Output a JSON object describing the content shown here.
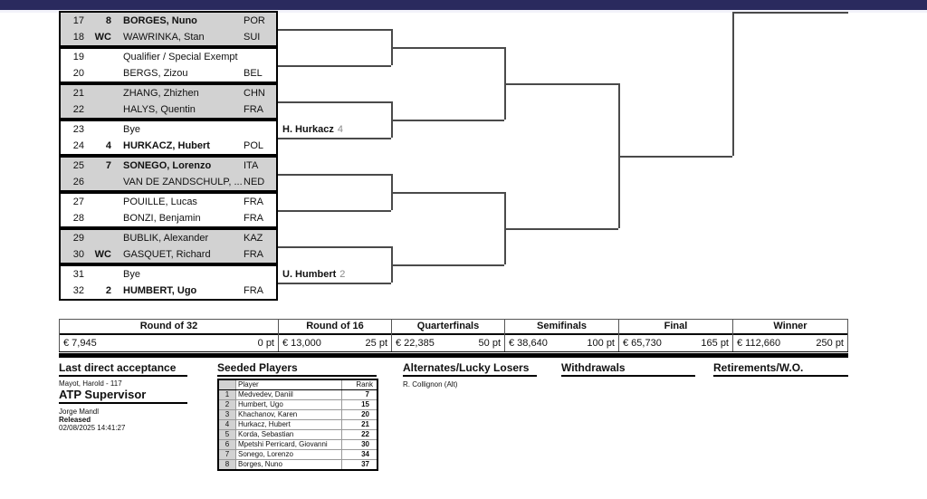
{
  "colors": {
    "header_bar": "#2a2a5e",
    "shaded_row": "#d2d2d2",
    "bracket_line": "#4a4a4a"
  },
  "bracket": {
    "rows": [
      {
        "pos": "17",
        "seed": "8",
        "name": "BORGES, Nuno",
        "country": "POR"
      },
      {
        "pos": "18",
        "seed": "WC",
        "name": "WAWRINKA, Stan",
        "country": "SUI"
      },
      {
        "pos": "19",
        "seed": "",
        "name": "Qualifier / Special Exempt",
        "country": ""
      },
      {
        "pos": "20",
        "seed": "",
        "name": "BERGS, Zizou",
        "country": "BEL"
      },
      {
        "pos": "21",
        "seed": "",
        "name": "ZHANG, Zhizhen",
        "country": "CHN"
      },
      {
        "pos": "22",
        "seed": "",
        "name": "HALYS, Quentin",
        "country": "FRA"
      },
      {
        "pos": "23",
        "seed": "",
        "name": "Bye",
        "country": ""
      },
      {
        "pos": "24",
        "seed": "4",
        "name": "HURKACZ, Hubert",
        "country": "POL"
      },
      {
        "pos": "25",
        "seed": "7",
        "name": "SONEGO, Lorenzo",
        "country": "ITA"
      },
      {
        "pos": "26",
        "seed": "",
        "name": "VAN DE ZANDSCHULP, ...",
        "country": "NED"
      },
      {
        "pos": "27",
        "seed": "",
        "name": "POUILLE, Lucas",
        "country": "FRA"
      },
      {
        "pos": "28",
        "seed": "",
        "name": "BONZI, Benjamin",
        "country": "FRA"
      },
      {
        "pos": "29",
        "seed": "",
        "name": "BUBLIK, Alexander",
        "country": "KAZ"
      },
      {
        "pos": "30",
        "seed": "WC",
        "name": "GASQUET, Richard",
        "country": "FRA"
      },
      {
        "pos": "31",
        "seed": "",
        "name": "Bye",
        "country": ""
      },
      {
        "pos": "32",
        "seed": "2",
        "name": "HUMBERT, Ugo",
        "country": "FRA"
      }
    ],
    "advancers": [
      {
        "name": "H. Hurkacz",
        "seed": "4"
      },
      {
        "name": "U. Humbert",
        "seed": "2"
      }
    ]
  },
  "prize_table": {
    "rounds": [
      {
        "label": "Round of 32",
        "prize": "€ 7,945",
        "points": "0 pt"
      },
      {
        "label": "Round of 16",
        "prize": "€ 13,000",
        "points": "25 pt"
      },
      {
        "label": "Quarterfinals",
        "prize": "€ 22,385",
        "points": "50 pt"
      },
      {
        "label": "Semifinals",
        "prize": "€ 38,640",
        "points": "100 pt"
      },
      {
        "label": "Final",
        "prize": "€ 65,730",
        "points": "165 pt"
      },
      {
        "label": "Winner",
        "prize": "€ 112,660",
        "points": "250 pt"
      }
    ]
  },
  "footer": {
    "last_direct_acceptance": {
      "title": "Last direct acceptance",
      "value": "Mayot, Harold - 117"
    },
    "atp_supervisor": {
      "title": "ATP Supervisor",
      "name": "Jorge Mandl",
      "released_label": "Released",
      "released_at": "02/08/2025 14:41:27"
    },
    "seeded_players": {
      "title": "Seeded Players",
      "columns": {
        "player": "Player",
        "rank": "Rank"
      },
      "rows": [
        {
          "seed": "1",
          "player": "Medvedev, Daniil",
          "rank": "7"
        },
        {
          "seed": "2",
          "player": "Humbert, Ugo",
          "rank": "15"
        },
        {
          "seed": "3",
          "player": "Khachanov, Karen",
          "rank": "20"
        },
        {
          "seed": "4",
          "player": "Hurkacz, Hubert",
          "rank": "21"
        },
        {
          "seed": "5",
          "player": "Korda, Sebastian",
          "rank": "22"
        },
        {
          "seed": "6",
          "player": "Mpetshi Perricard, Giovanni",
          "rank": "30"
        },
        {
          "seed": "7",
          "player": "Sonego, Lorenzo",
          "rank": "34"
        },
        {
          "seed": "8",
          "player": "Borges, Nuno",
          "rank": "37"
        }
      ]
    },
    "alternates": {
      "title": "Alternates/Lucky Losers",
      "entry": "R. Collignon (Alt)"
    },
    "withdrawals": {
      "title": "Withdrawals"
    },
    "retirements": {
      "title": "Retirements/W.O."
    }
  }
}
